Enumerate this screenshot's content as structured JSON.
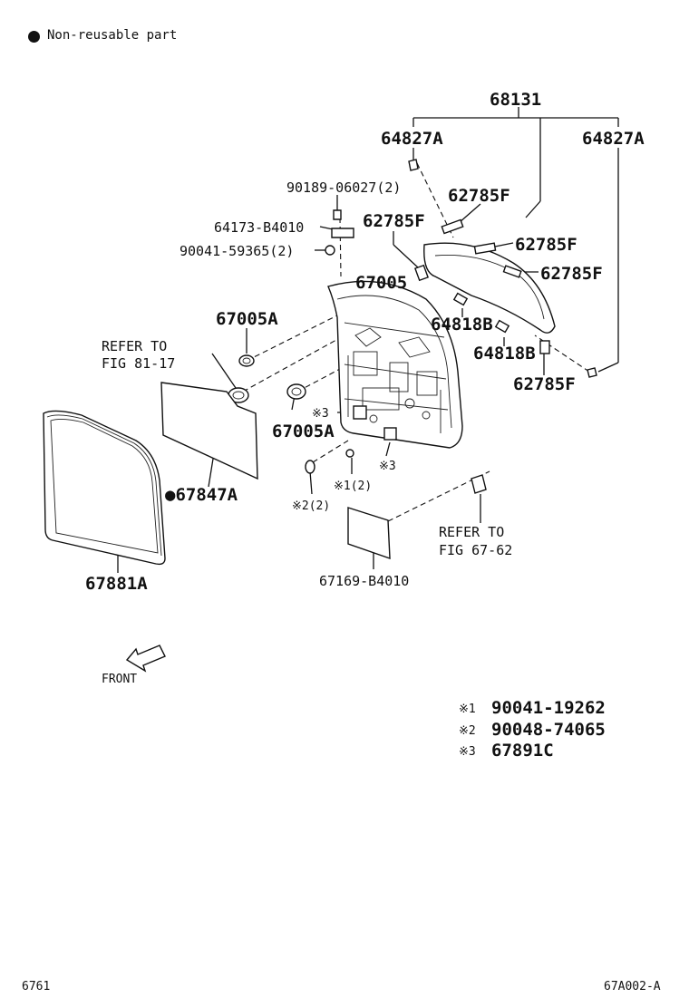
{
  "legend": {
    "non_reusable": "Non-reusable part"
  },
  "labels": {
    "p68131": "68131",
    "p64827A_left": "64827A",
    "p64827A_right": "64827A",
    "p90189": "90189-06027(2)",
    "p62785F_top": "62785F",
    "p64173": "64173-B4010",
    "p62785F_mid": "62785F",
    "p62785F_r1": "62785F",
    "p90041_59365": "90041-59365(2)",
    "p62785F_r2": "62785F",
    "p67005": "67005",
    "p67005A_top": "67005A",
    "p64818B_1": "64818B",
    "refer_81_line1": "REFER TO",
    "refer_81_line2": "FIG 81-17",
    "p64818B_2": "64818B",
    "p62785F_bot": "62785F",
    "mark3_a": "※3",
    "p67005A_bot": "67005A",
    "mark3_b": "※3",
    "mark1": "※1(2)",
    "p67847A": "●67847A",
    "mark2": "※2(2)",
    "refer_67_line1": "REFER TO",
    "refer_67_line2": "FIG 67-62",
    "p67881A": "67881A",
    "p67169": "67169-B4010",
    "front": "FRONT"
  },
  "notes": [
    {
      "mark": "※1",
      "part": "90041-19262"
    },
    {
      "mark": "※2",
      "part": "90048-74065"
    },
    {
      "mark": "※3",
      "part": "67891C"
    }
  ],
  "footer": {
    "left": "6761",
    "right": "67A002-A"
  }
}
